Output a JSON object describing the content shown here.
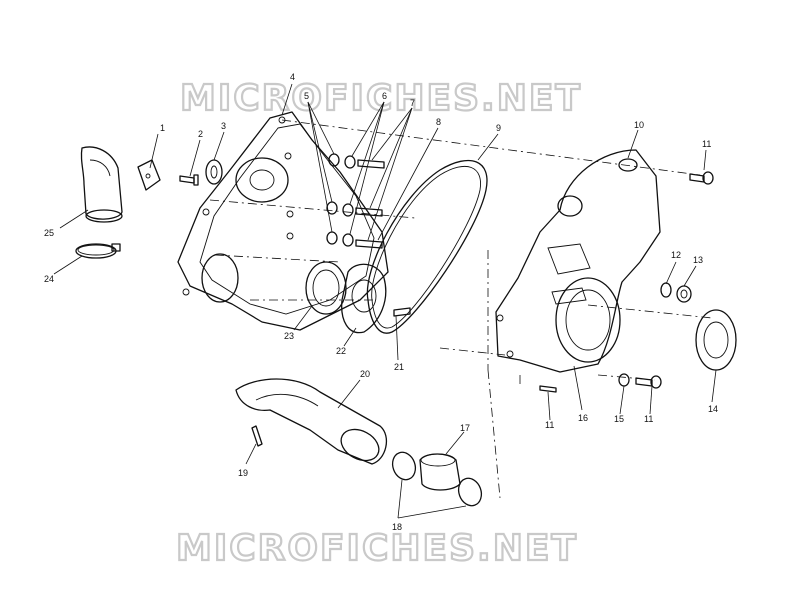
{
  "watermark": {
    "top_text": "MICROFICHES.NET",
    "bottom_text": "MICROFICHES.NET"
  },
  "callouts": {
    "c1": "1",
    "c2": "2",
    "c3": "3",
    "c4": "4",
    "c5": "5",
    "c6": "6",
    "c7": "7",
    "c8": "8",
    "c9": "9",
    "c10": "10",
    "c11a": "11",
    "c11b": "11",
    "c11c": "11",
    "c12": "12",
    "c13": "13",
    "c14": "14",
    "c15": "15",
    "c16": "16",
    "c17": "17",
    "c18": "18",
    "c19": "19",
    "c20": "20",
    "c21": "21",
    "c22": "22",
    "c23": "23",
    "c24": "24",
    "c25": "25"
  }
}
